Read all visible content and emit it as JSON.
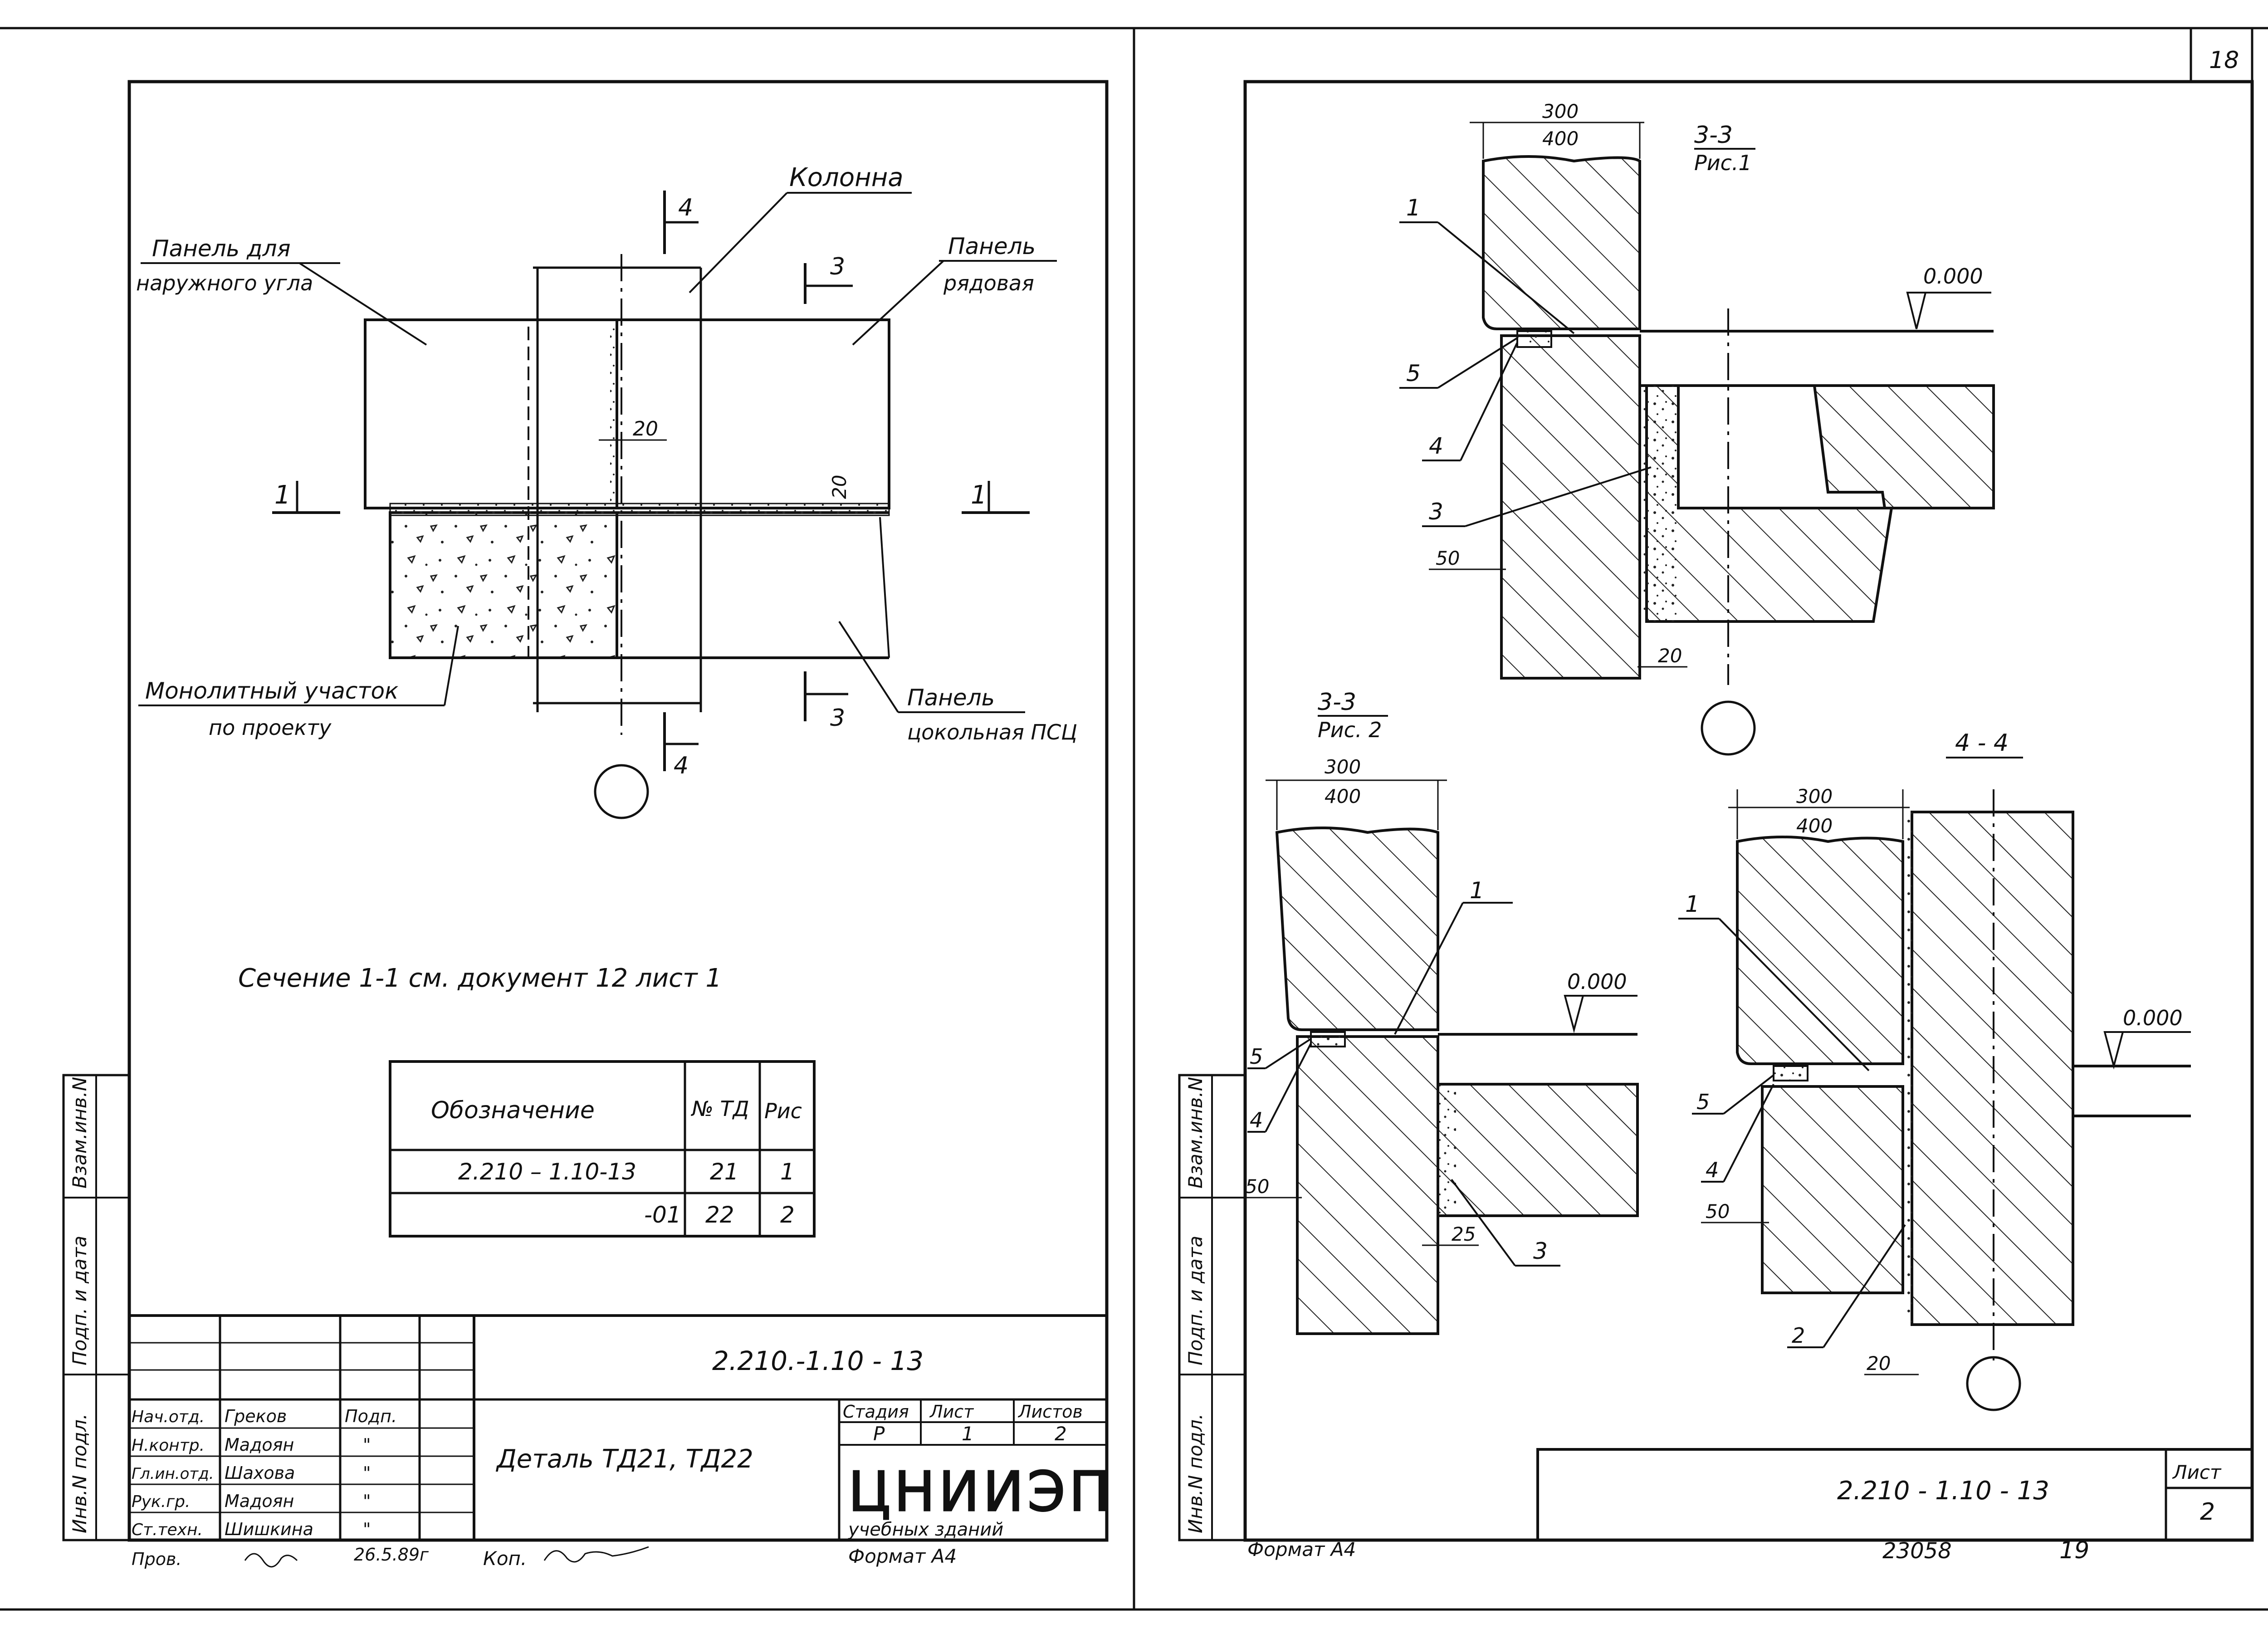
{
  "sheet_number_top": "18",
  "left_sheet": {
    "labels": {
      "column": "Колонна",
      "corner_panel_1": "Панель для",
      "corner_panel_2": "наружного угла",
      "row_panel_1": "Панель",
      "row_panel_2": "рядовая",
      "monolith_1": "Монолитный участок",
      "monolith_2": "по проекту",
      "plinth_panel_1": "Панель",
      "plinth_panel_2": "цокольная ПСЦ",
      "dim_20_a": "20",
      "dim_20_b": "20",
      "cut_1": "1",
      "cut_3": "3",
      "cut_4": "4"
    },
    "section_note": "Сечение  1-1  см. документ 12 лист 1",
    "table": {
      "headers": [
        "Обозначение",
        "№ ТД",
        "Рис"
      ],
      "rows": [
        [
          "2.210 – 1.10-13",
          "21",
          "1"
        ],
        [
          "-01",
          "22",
          "2"
        ]
      ]
    },
    "title_block": {
      "code": "2.210.-1.10 - 13",
      "title": "Деталь ТД21, ТД22",
      "stage_header": "Стадия",
      "sheet_header": "Лист",
      "sheets_header": "Листов",
      "stage": "Р",
      "sheet": "1",
      "sheets": "2",
      "org": "ЦНИИЭП",
      "org_sub": "учебных зданий",
      "format": "Формат А4",
      "roles": [
        {
          "role": "Нач.отд.",
          "name": "Греков",
          "sign": "Подп."
        },
        {
          "role": "Н.контр.",
          "name": "Мадоян",
          "sign": "\""
        },
        {
          "role": "Гл.ин.отд.",
          "name": "Шахова",
          "sign": "\""
        },
        {
          "role": "Рук.гр.",
          "name": "Мадоян",
          "sign": "\""
        },
        {
          "role": "Ст.техн.",
          "name": "Шишкина",
          "sign": "\""
        }
      ],
      "bottom_left": "Пров.",
      "bottom_date": "26.5.89г",
      "bottom_copy": "Коп.",
      "side_stamps": [
        "Инв.N подл.",
        "Подп. и дата",
        "Взам.инв.N"
      ]
    }
  },
  "right_sheet": {
    "details": [
      {
        "title": "3-3",
        "subtitle": "Рис.1",
        "dim_top": "300",
        "dim_bot": "400",
        "level": "0.000",
        "callouts": [
          "1",
          "5",
          "4",
          "3"
        ],
        "dims": [
          "50",
          "20"
        ]
      },
      {
        "title": "3-3",
        "subtitle": "Рис. 2",
        "dim_top": "300",
        "dim_bot": "400",
        "level": "0.000",
        "callouts": [
          "1",
          "5",
          "4",
          "3"
        ],
        "dims": [
          "50",
          "25"
        ]
      },
      {
        "title": "4 - 4",
        "subtitle": "",
        "dim_top": "300",
        "dim_bot": "400",
        "level": "0.000",
        "callouts": [
          "1",
          "5",
          "4",
          "2"
        ],
        "dims": [
          "50",
          "20"
        ]
      }
    ],
    "title_block": {
      "code": "2.210 - 1.10 - 13",
      "sheet_label": "Лист",
      "sheet_value": "2",
      "format": "Формат А4",
      "inv": "23058",
      "page": "19",
      "side_stamps": [
        "Инв.N подл.",
        "Подп. и дата",
        "Взам.инв.N"
      ]
    }
  }
}
